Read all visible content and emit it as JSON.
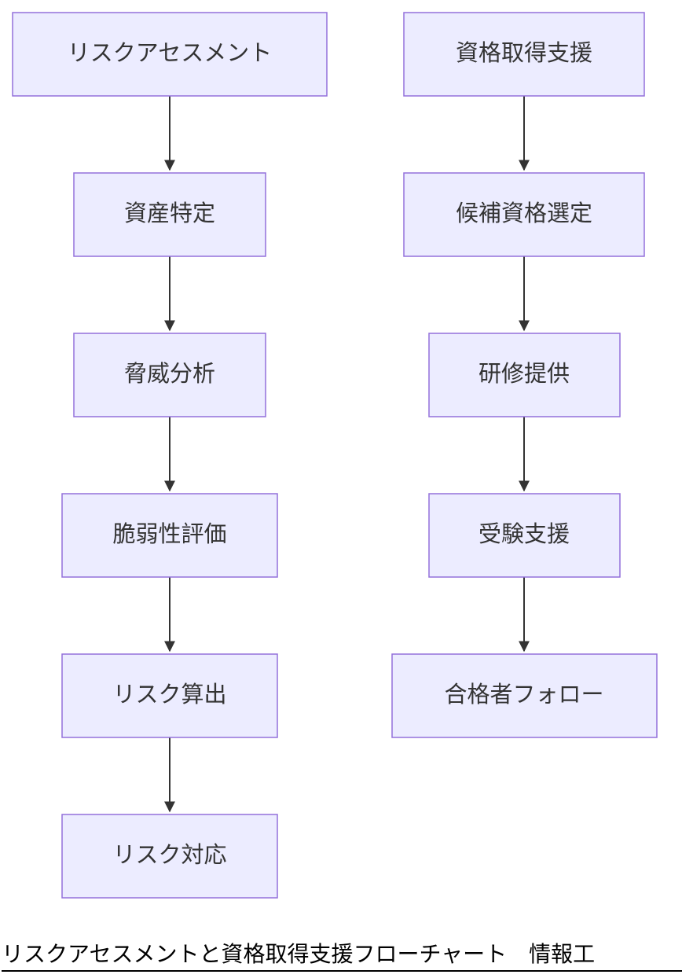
{
  "colors": {
    "node_fill": "#ececff",
    "node_border": "#9370db",
    "edge": "#333333",
    "text": "#333333"
  },
  "diagram": {
    "left_flow": {
      "nodes": [
        "リスクアセスメント",
        "資産特定",
        "脅威分析",
        "脆弱性評価",
        "リスク算出",
        "リスク対応"
      ]
    },
    "right_flow": {
      "nodes": [
        "資格取得支援",
        "候補資格選定",
        "研修提供",
        "受験支援",
        "合格者フォロー"
      ]
    }
  },
  "caption": "リスクアセスメントと資格取得支援フローチャート　情報工"
}
